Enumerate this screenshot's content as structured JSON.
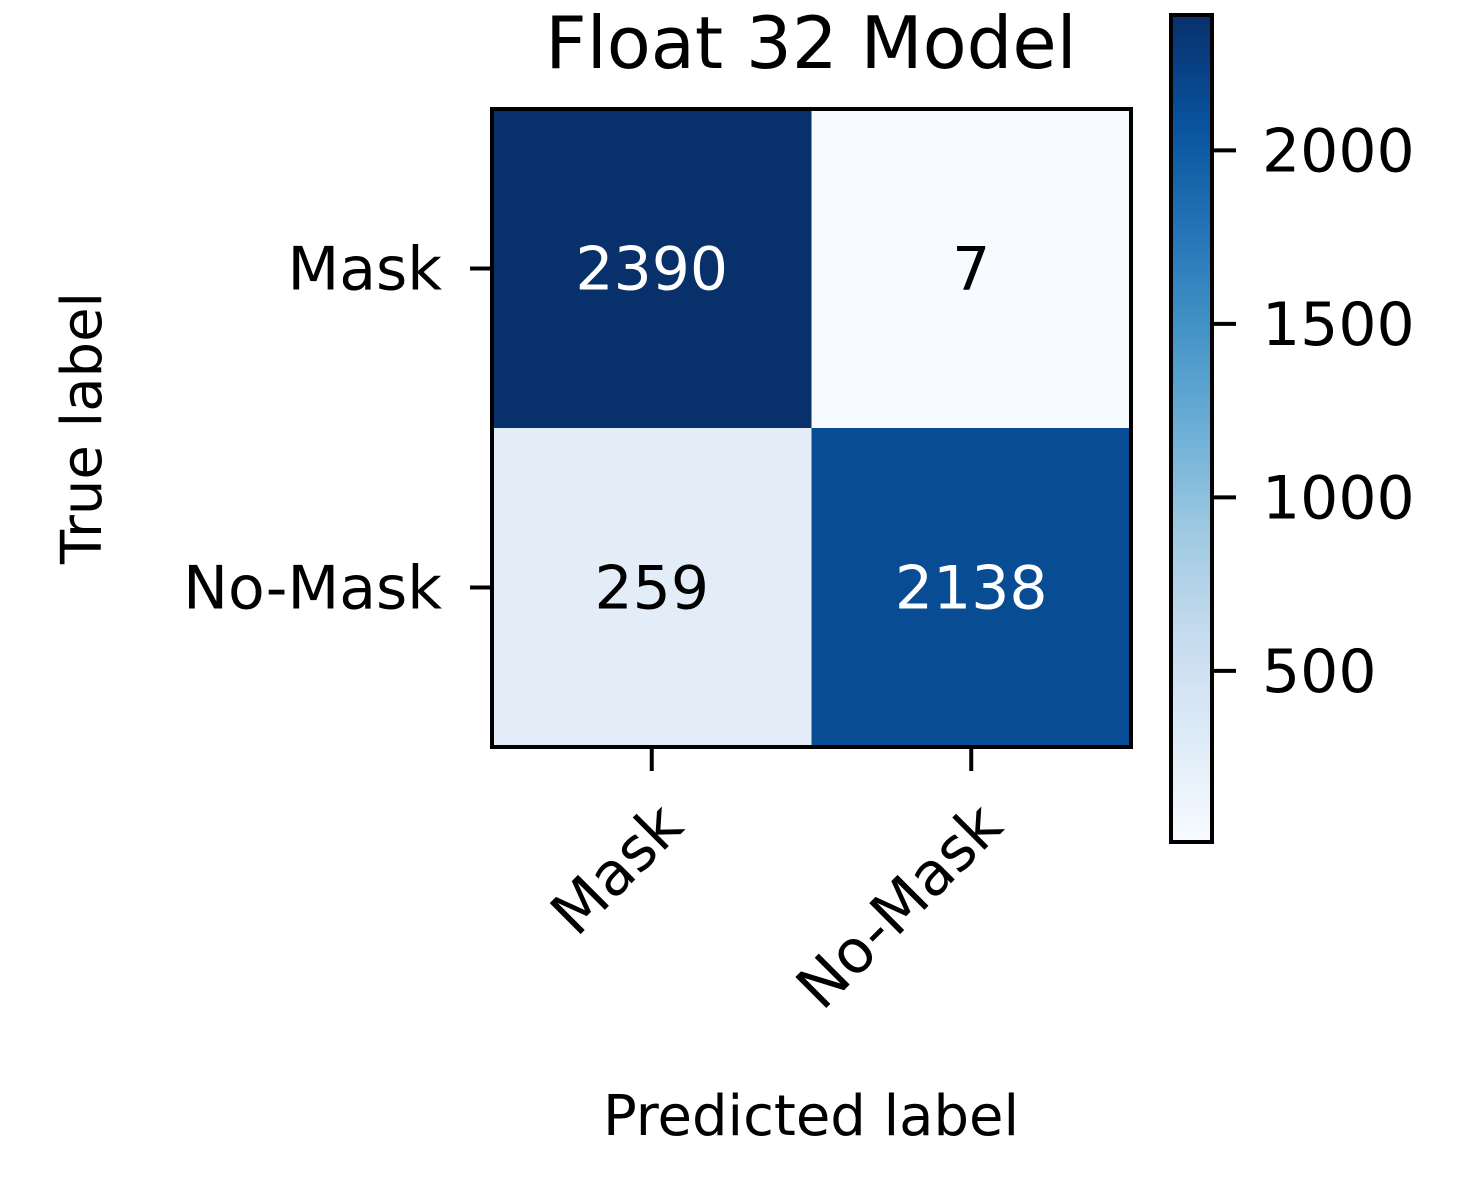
{
  "chart_data": {
    "type": "heatmap",
    "title": "Float 32 Model",
    "xlabel": "Predicted label",
    "ylabel": "True label",
    "x_categories": [
      "Mask",
      "No-Mask"
    ],
    "y_categories": [
      "Mask",
      "No-Mask"
    ],
    "values": [
      [
        2390,
        7
      ],
      [
        259,
        2138
      ]
    ],
    "colormap": "Blues",
    "colormap_stops": [
      "#f7fbff",
      "#deebf7",
      "#c6dbef",
      "#9ecae1",
      "#6baed6",
      "#4292c6",
      "#2171b5",
      "#08519c",
      "#08306b"
    ],
    "value_range": [
      7,
      2390
    ],
    "colorbar": {
      "ticks": [
        500,
        1000,
        1500,
        2000
      ],
      "tick_labels": [
        "500",
        "1000",
        "1500",
        "2000"
      ]
    },
    "x_tick_rotation": "45"
  }
}
